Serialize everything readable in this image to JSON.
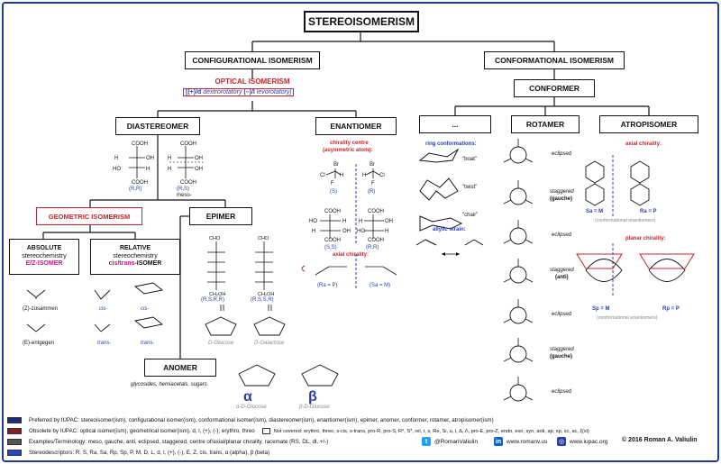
{
  "title": "STEREOISOMERISM",
  "configurational": "CONFIGURATIONAL ISOMERISM",
  "conformational": "CONFORMATIONAL ISOMERISM",
  "optical": {
    "title": "OPTICAL ISOMERISM",
    "desc_a": "[(+)/d",
    "desc_b": "dextrorotatory",
    "desc_c": "(–)/l",
    "desc_d": "levorotatory]"
  },
  "conformer": "CONFORMER",
  "diastereomer": "DIASTEREOMER",
  "enantiomer": "ENANTIOMER",
  "ellipsis": "...",
  "rotamer": "ROTAMER",
  "atropisomer": "ATROPISOMER",
  "geometric": "GEOMETRIC ISOMERISM",
  "epimer": "EPIMER",
  "anomer": "ANOMER",
  "absolute": {
    "line1": "ABSOLUTE",
    "line2": "stereochemistry",
    "line3": "E/Z-ISOMER"
  },
  "relative": {
    "line1": "RELATIVE",
    "line2": "stereochemistry",
    "line3a": "cis/trans",
    "line3b": "-ISOMER"
  },
  "diastereomer_labels": {
    "rr": "(R,R)",
    "rs": "(R,S)",
    "meso": "meso-"
  },
  "enantiomer_labels": {
    "chirality_centre": "chirality centre",
    "asym": "(asymmetric atom):",
    "s": "(S)",
    "r": "(R)",
    "ss": "(S,S)",
    "rr": "(R,R)",
    "axial": "axial chirality:",
    "ra": "(Ra = P)",
    "sa": "(Sa = M)"
  },
  "ring": {
    "title": "ring conformations:",
    "boat": "\"boat\"",
    "twist": "\"twist\"",
    "chair": "\"chair\"",
    "allylic": "allylic strain:"
  },
  "rotamer_labels": [
    "eclipsed",
    "staggered",
    "(gauche)",
    "eclipsed",
    "staggered",
    "(anti)",
    "eclipsed",
    "staggered",
    "(gauche)",
    "eclipsed"
  ],
  "atropisomer_labels": {
    "axial": "axial chirality:",
    "sa": "Sa = M",
    "ra": "Ra = P",
    "conf_enant": "(conformational enantiomers)",
    "planar": "planar chirality:",
    "sp": "Sp = M",
    "rp": "Rp = P",
    "conf_enant2": "(conformational enantiomers)"
  },
  "geo_labels": {
    "z": "(Z)-zusammen",
    "e": "(E)-entgegen",
    "cis1": "cis-",
    "cis2": "cis-",
    "trans1": "trans-",
    "trans2": "trans-"
  },
  "epimer_labels": {
    "rsrr": "(R,S,R,R)",
    "rssr": "(R,S,S,R)",
    "glucose": "D-Glucose",
    "galactose": "D-Galactose"
  },
  "anomer_labels": {
    "desc": "glycosides, hemiacetals, sugars",
    "alpha": "α",
    "beta": "β",
    "alpha_name": "α-D-Glucose",
    "beta_name": "β-D-Glucose"
  },
  "legend": [
    {
      "color": "#1a2a7a",
      "text": "Preferred by IUPAC: stereoisomer(ism), configurational isomer(ism), conformational isomer(ism), diastereomer(ism), enantiomer(ism), epimer, anomer, conformer, rotamer, atropisomer(ism)"
    },
    {
      "color": "#8b1d22",
      "text": "Obsolete by IUPAC: optical isomer(ism), geometrical isomer(ism), d, l, (+), (-), erythro, threo",
      "extra": "Not covered: erythro, threo, s-cis, s-trans, pro-R, pro-S, R*, S*, rel, r, s, Re, Si, u, l, Δ, Λ, pro-E, pro-Z, endo, exo, syn, anti, ap, sp, sc, ac, ξ(xi)"
    },
    {
      "color": "#555555",
      "text": "Examples/Terminology: meso, gauche, anti, eclipsed, staggered, centre of/axial/planar chirality, racemate (RS, DL, dl, +/-)"
    },
    {
      "color": "#2a45c8",
      "text": "Stereodescriptors: R, S, Ra, Sa, Rp, Sp, P, M, D, L, d, l, (+), (-), E, Z, cis, trans, α (alpha), β (beta)"
    }
  ],
  "footer": {
    "twitter": "@RomanValiulin",
    "linkedin": "www.romanv.us",
    "web": "www.iupac.org",
    "copyright": "© 2016 Roman A. Valiulin"
  }
}
